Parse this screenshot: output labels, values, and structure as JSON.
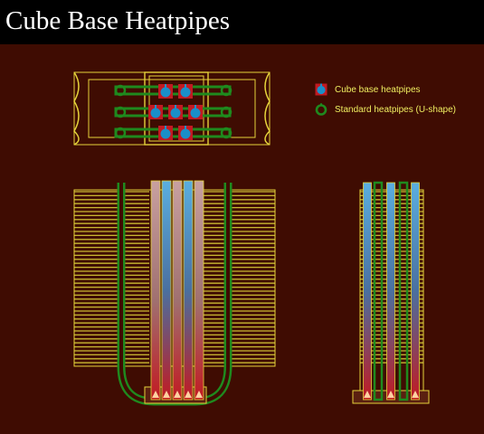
{
  "title": "Cube Base Heatpipes",
  "legend": {
    "cube_base": {
      "label": "Cube base heatpipes",
      "icon": "cube-base-heatpipe-icon"
    },
    "standard": {
      "label": "Standard heatpipes (U-shape)",
      "icon": "u-shape-heatpipe-icon"
    }
  },
  "colors": {
    "background": "#3f0c02",
    "title_bar": "#000000",
    "title_text": "#ffffff",
    "outline_yellow": "#e4d23a",
    "fin_yellow": "#c9b832",
    "standard_pipe_green": "#1f8a1e",
    "cube_pipe_blue": "#1a8fc9",
    "cube_pipe_red": "#c21a22",
    "cube_pipe_light": "#c8a0a0",
    "legend_text": "#f0ee60"
  }
}
